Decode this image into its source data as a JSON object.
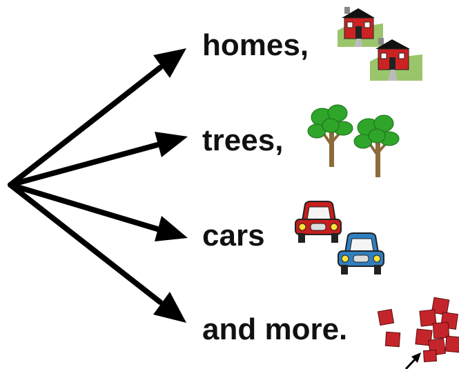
{
  "labels": {
    "homes": "homes,",
    "trees": "trees,",
    "cars": "cars",
    "more": "and more."
  },
  "icons": {
    "homes": "house-icon",
    "trees": "tree-icon",
    "cars": "car-icon",
    "more": "squares-cluster-icon"
  },
  "colors": {
    "arrow": "#000000",
    "house_wall": "#cc2222",
    "house_roof": "#111111",
    "lawn": "#9bc56b",
    "tree_leaf": "#2fa52a",
    "tree_trunk": "#8b6b3a",
    "car_red": "#c81e1e",
    "car_blue": "#2f7fc1",
    "square_red": "#c4252b"
  }
}
